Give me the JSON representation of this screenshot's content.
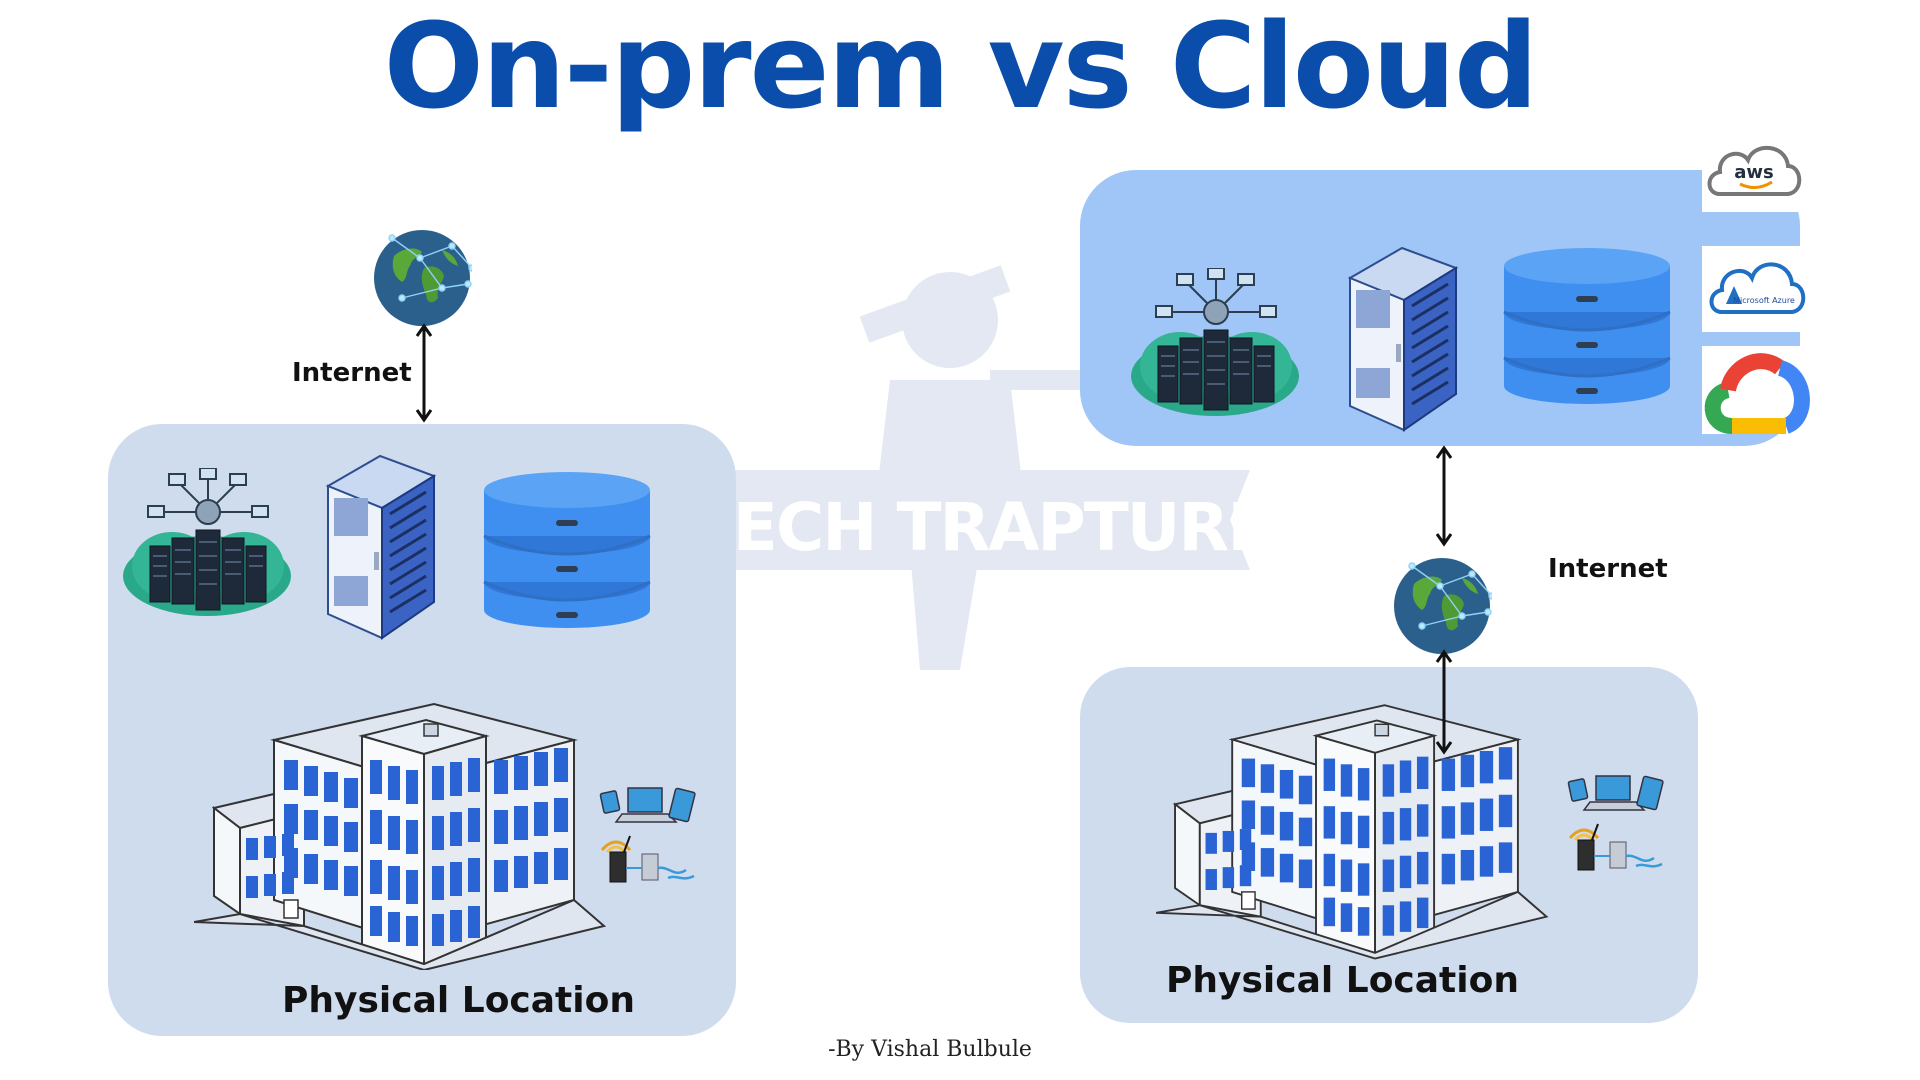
{
  "title": "On-prem vs Cloud",
  "watermark": "TECH TRAPTURE",
  "on_prem": {
    "internet_label": "Internet",
    "location_label": "Physical Location"
  },
  "cloud": {
    "internet_label": "Internet",
    "location_label": "Physical Location",
    "providers": [
      {
        "name": "aws-logo",
        "text": "aws"
      },
      {
        "name": "azure-logo",
        "text": "Microsoft Azure"
      },
      {
        "name": "google-cloud-logo"
      }
    ]
  },
  "byline": "-By Vishal Bulbule",
  "colors": {
    "title": "#0a4dab",
    "panel": "#cfdcee",
    "cloud_panel": "#9fc6f6",
    "database": "#3d8ff0",
    "building": "#2a63d4"
  }
}
